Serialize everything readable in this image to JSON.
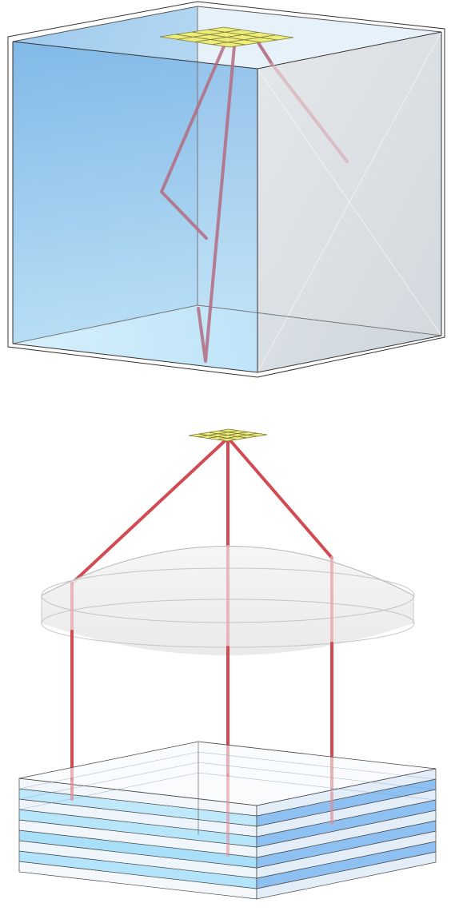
{
  "figure": {
    "panels": [
      {
        "id": "top",
        "description_label": "",
        "components": [
          {
            "name": "sensor-grid",
            "kind": "grid",
            "cells": 16
          },
          {
            "name": "box-enclosure",
            "kind": "transparent-box"
          },
          {
            "name": "reflective-light-paths",
            "kind": "rays",
            "count": 3
          }
        ]
      },
      {
        "id": "bottom",
        "description_label": "",
        "components": [
          {
            "name": "sensor-grid",
            "kind": "grid",
            "cells": 16
          },
          {
            "name": "lens",
            "kind": "disc"
          },
          {
            "name": "layered-slab",
            "kind": "stack",
            "layers": 9
          },
          {
            "name": "straight-light-paths",
            "kind": "rays",
            "count": 3
          }
        ]
      }
    ]
  },
  "colors": {
    "ray": "#d24b52",
    "ray_faded": "#c07f8c",
    "grid_fill": "#eded7a",
    "grid_line": "#7d7a3a",
    "blue_dark": "#7fb7e6",
    "blue_light": "#cfeafb",
    "wall_gray": "#d7dde2",
    "lens_fill": "#efefef",
    "outline": "#2a2a2a"
  }
}
